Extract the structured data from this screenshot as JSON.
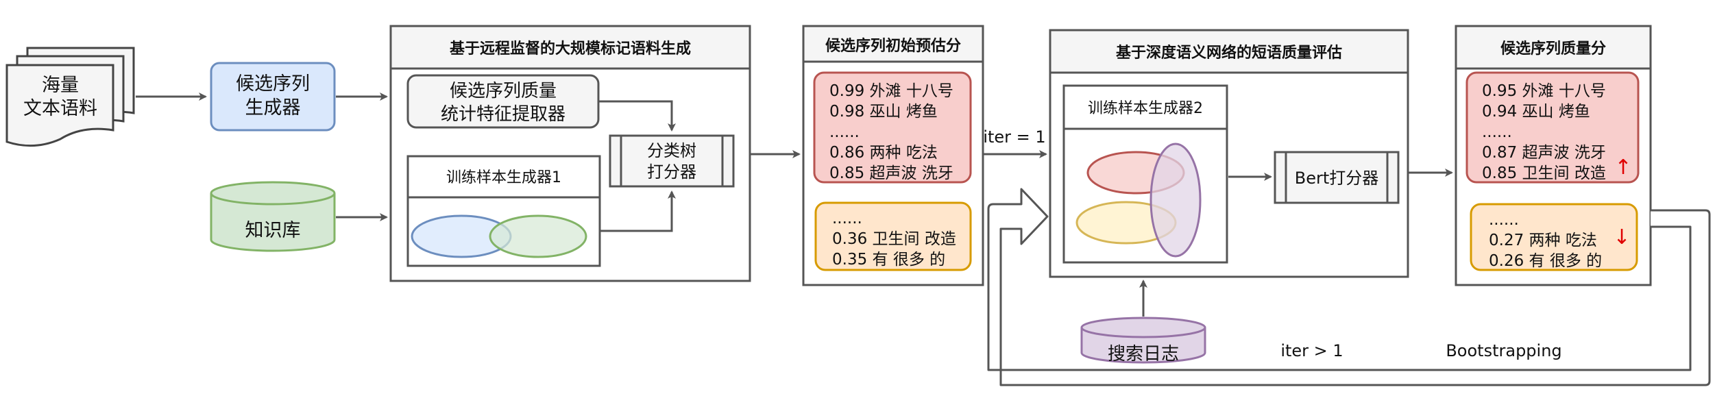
{
  "input_doc": {
    "line1": "海量",
    "line2": "文本语料"
  },
  "candidate_generator": {
    "line1": "候选序列",
    "line2": "生成器"
  },
  "knowledge_base": {
    "label": "知识库"
  },
  "stage1": {
    "title": "基于远程监督的大规模标记语料生成",
    "feature_extractor": {
      "line1": "候选序列质量",
      "line2": "统计特征提取器"
    },
    "sample_gen": {
      "title": "训练样本生成器1"
    },
    "classifier": {
      "line1": "分类树",
      "line2": "打分器"
    }
  },
  "initial_scores": {
    "title": "候选序列初始预估分",
    "top_list": [
      "0.99 外滩 十八号",
      "0.98 巫山 烤鱼",
      "......",
      "0.86 两种 吃法",
      "0.85 超声波 洗牙"
    ],
    "bottom_list": [
      "......",
      "0.36 卫生间 改造",
      "0.35 有 很多 的"
    ]
  },
  "iter_first": "iter = 1",
  "stage2": {
    "title": "基于深度语义网络的短语质量评估",
    "sample_gen": {
      "title": "训练样本生成器2"
    },
    "scorer": {
      "label": "Bert打分器"
    }
  },
  "search_logs": {
    "label": "搜索日志"
  },
  "quality_scores": {
    "title": "候选序列质量分",
    "top_list": [
      "0.95 外滩 十八号",
      "0.94 巫山 烤鱼",
      "......",
      "0.87 超声波 洗牙",
      "0.85 卫生间 改造"
    ],
    "top_arrow": "↑",
    "bottom_list": [
      "......",
      "0.27 两种 吃法",
      "0.26 有 很多 的"
    ],
    "bottom_arrow": "↓"
  },
  "loop": {
    "iter_label": "iter > 1",
    "bootstrap_label": "Bootstrapping"
  },
  "colors": {
    "blue_fill": "#dae8fc",
    "blue_stroke": "#6c8ebf",
    "green_fill": "#d5e8d4",
    "green_stroke": "#82b366",
    "red_fill": "#f8cecc",
    "red_stroke": "#b85450",
    "orange_fill": "#ffe6cc",
    "orange_stroke": "#d79b00",
    "purple_fill": "#e1d5e7",
    "purple_stroke": "#9673a6",
    "yellow_fill": "#fff2cc",
    "yellow_stroke": "#d6b656",
    "gray_fill": "#f5f5f5",
    "line": "#555555",
    "accent_red": "#e00000"
  }
}
